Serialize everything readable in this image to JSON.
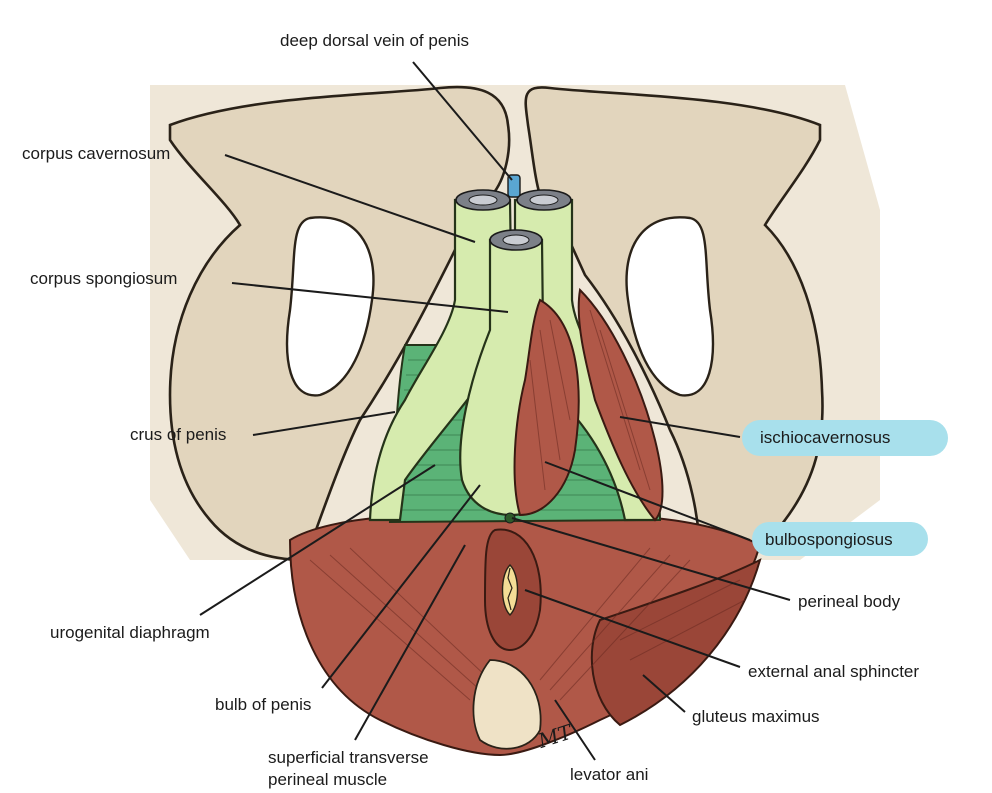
{
  "labels": {
    "deep_dorsal_vein": "deep dorsal vein of penis",
    "corpus_cavernosum": "corpus cavernosum",
    "corpus_spongiosum": "corpus spongiosum",
    "crus_of_penis": "crus of penis",
    "ischiocavernosus": "ischiocavernosus",
    "bulbospongiosus": "bulbospongiosus",
    "perineal_body": "perineal body",
    "urogenital_diaphragm": "urogenital diaphragm",
    "external_anal_sphincter": "external anal sphincter",
    "bulb_of_penis": "bulb of penis",
    "gluteus_maximus": "gluteus maximus",
    "superficial_transverse_line1": "superficial transverse",
    "superficial_transverse_line2": "perineal muscle",
    "levator_ani": "levator ani"
  },
  "highlighted_labels": [
    "ischiocavernosus",
    "bulbospongiosus"
  ],
  "signature": "MT",
  "colors": {
    "highlight": "#a8e0ec",
    "bone": "#e2d5bd",
    "erectile_tissue": "#d6ebae",
    "diaphragm": "#5bb377",
    "muscle": "#b05848",
    "vein": "#5aa6d2"
  }
}
